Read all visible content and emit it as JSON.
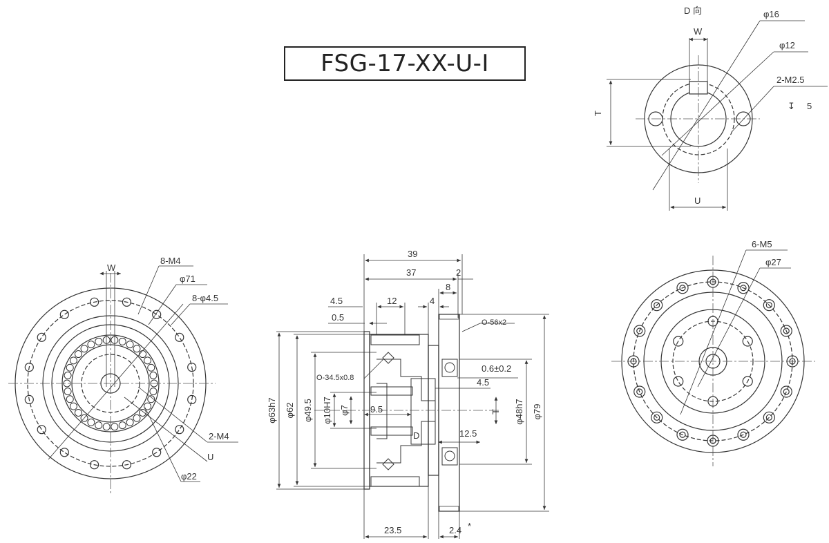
{
  "title": "FSG-17-XX-U-I",
  "top_right": {
    "view_label": "D 向",
    "w": "W",
    "t": "T",
    "u": "U",
    "d16": "φ16",
    "d12": "φ12",
    "m25": "2-M2.5",
    "depth": "5",
    "depth_symbol": "↧"
  },
  "left_view": {
    "w": "W",
    "m4_8": "8-M4",
    "d71": "φ71",
    "d45": "8-φ4.5",
    "m4_2": "2-M4",
    "u": "U",
    "d22": "φ22"
  },
  "section_view": {
    "d39": "39",
    "d37": "37",
    "d2": "2",
    "d8": "8",
    "d45": "4.5",
    "d12": "12",
    "d4": "4",
    "d05": "0.5",
    "o56": "O-56x2",
    "o345": "O-34.5x0.8",
    "d06": "0.6±0.2",
    "d45b": "4.5",
    "d95": "9.5",
    "d125": "12.5",
    "d_label": "D",
    "t_label": "T",
    "phi63": "φ63h7",
    "phi62": "φ62",
    "phi495": "φ49.5",
    "phi10": "φ10H7",
    "phi7": "φ7",
    "phi48": "φ48h7",
    "phi79": "φ79",
    "d235": "23.5",
    "d24": "2.4",
    "star": "*"
  },
  "right_view": {
    "m5": "6-M5",
    "d27": "φ27"
  },
  "colors": {
    "line": "#333333",
    "center": "#555555"
  }
}
